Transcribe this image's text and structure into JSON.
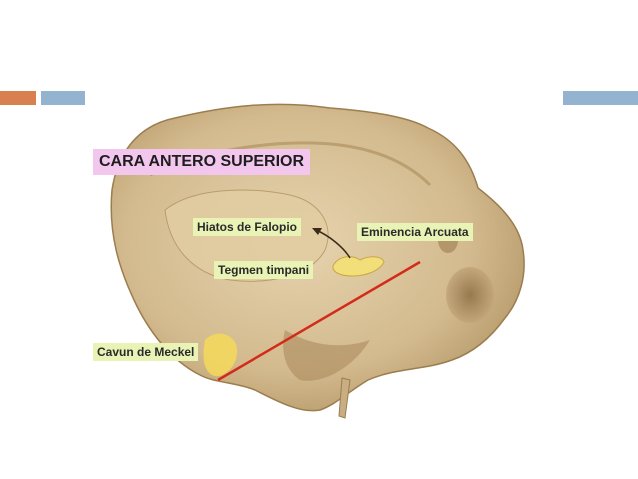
{
  "slide": {
    "accent_colors": {
      "orange": "#d8804f",
      "blue": "#94b3d0"
    }
  },
  "figure": {
    "title": "CARA ANTERO SUPERIOR",
    "labels": {
      "hiatos": "Hiatos de Falopio",
      "eminencia": "Eminencia Arcuata",
      "tegmen": "Tegmen timpani",
      "cavun": "Cavun de Meckel"
    },
    "colors": {
      "bone": "#d9c39c",
      "line": "#d42a1a",
      "title_bg": "#f3c6ee",
      "label_bg": "#e9f3b5"
    }
  }
}
